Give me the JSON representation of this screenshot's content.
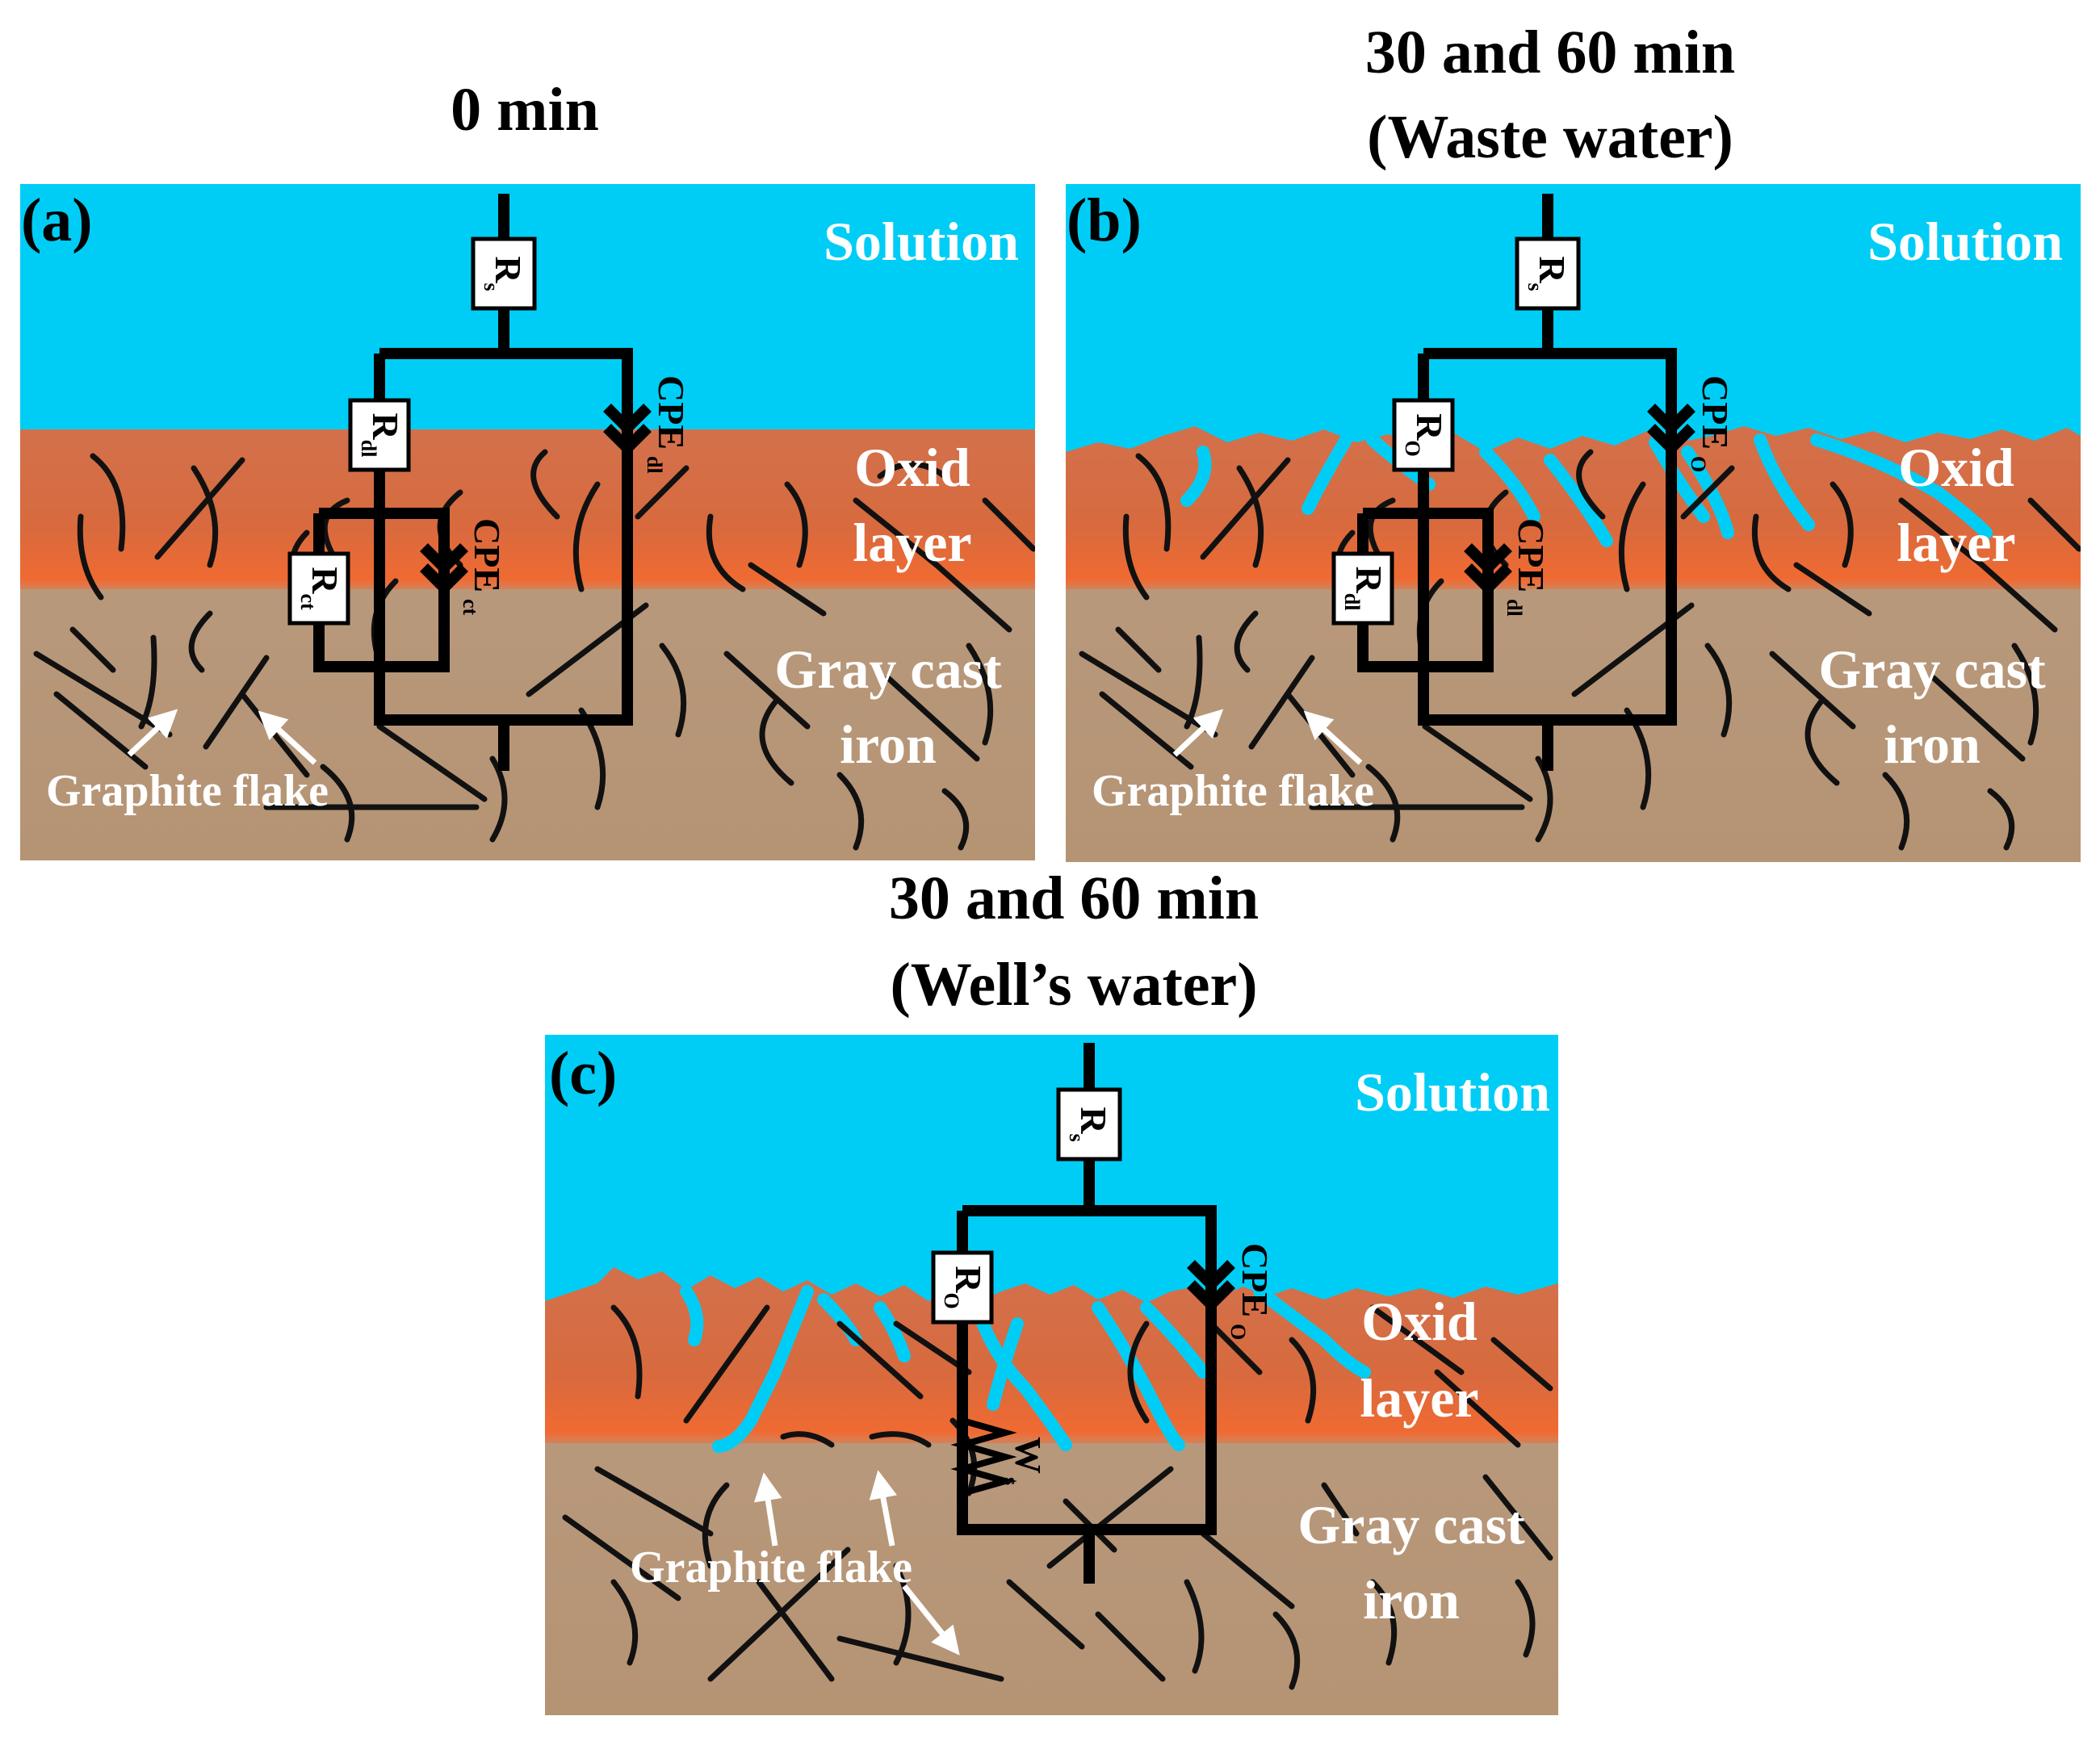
{
  "titles": {
    "a": "0 min",
    "b_line1": "30 and 60 min",
    "b_line2": "(Waste water)",
    "c_line1": "30 and 60 min",
    "c_line2": "(Well’s water)"
  },
  "panel_a": {
    "tag": "(a)",
    "solution": "Solution",
    "oxid1": "Oxid",
    "oxid2": "layer",
    "iron1": "Gray cast",
    "iron2": "iron",
    "graphite": "Graphite flake",
    "rs_main": "R",
    "rs_sub": "s",
    "r1_main": "R",
    "r1_sub": "dl",
    "r2_main": "R",
    "r2_sub": "ct",
    "cpe1_main": "CPE",
    "cpe1_sub": "dl",
    "cpe2_main": "CPE",
    "cpe2_sub": "ct"
  },
  "panel_b": {
    "tag": "(b)",
    "solution": "Solution",
    "oxid1": "Oxid",
    "oxid2": "layer",
    "iron1": "Gray cast",
    "iron2": "iron",
    "graphite": "Graphite flake",
    "rs_main": "R",
    "rs_sub": "s",
    "r1_main": "R",
    "r1_sub": "O",
    "r2_main": "R",
    "r2_sub": "dl",
    "cpe1_main": "CPE",
    "cpe1_sub": "O",
    "cpe2_main": "CPE",
    "cpe2_sub": "dl"
  },
  "panel_c": {
    "tag": "(c)",
    "solution": "Solution",
    "oxid1": "Oxid",
    "oxid2": "layer",
    "iron1": "Gray cast",
    "iron2": "iron",
    "graphite": "Graphite flake",
    "rs_main": "R",
    "rs_sub": "s",
    "r1_main": "R",
    "r1_sub": "O",
    "cpe1_main": "CPE",
    "cpe1_sub": "O",
    "w_main": "W",
    "w_sub": "s"
  },
  "colors": {
    "solution": "#00cdf5",
    "oxide": "#d0704a",
    "oxide_interface": "#f06a32",
    "iron": "#b9987a",
    "circuit": "#000000",
    "label_light": "#ffffff"
  }
}
